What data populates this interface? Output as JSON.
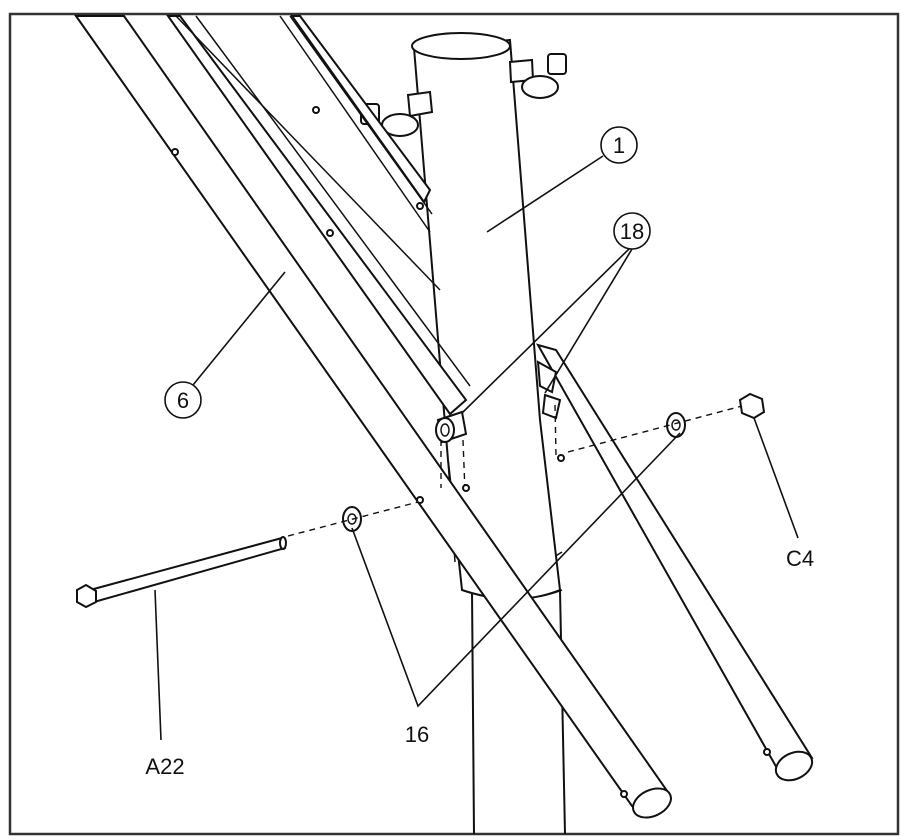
{
  "diagram": {
    "callouts": {
      "post": "1",
      "leg": "6",
      "bushings": "18",
      "washers": "16",
      "nut": "C4",
      "bolt": "A22"
    }
  }
}
